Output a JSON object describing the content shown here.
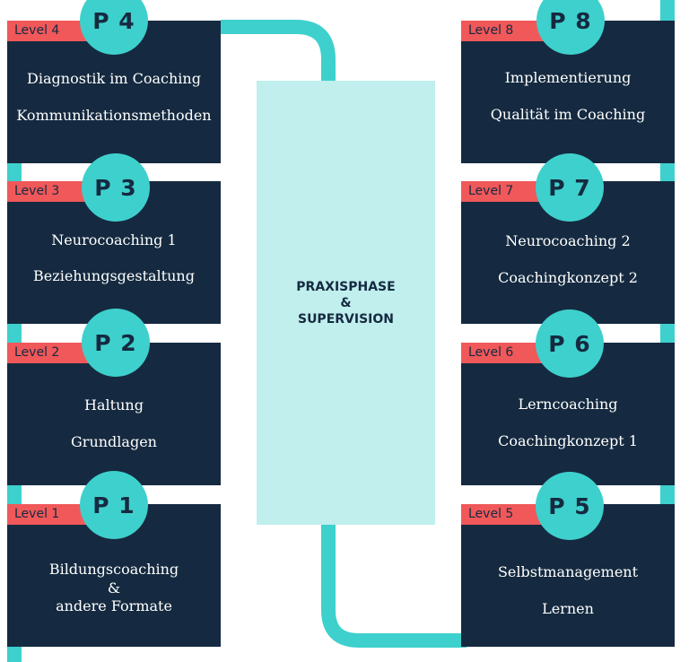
{
  "colors": {
    "navy": "#152a40",
    "teal": "#3ed0cd",
    "coral": "#f0585a",
    "light_teal": "#c0efee"
  },
  "center": {
    "lines": [
      "PRAXISPHASE",
      "&",
      "SUPERVISION"
    ]
  },
  "modules": [
    {
      "level": "Level 1",
      "badge": "P 1",
      "lines": [
        "Bildungscoaching",
        "&",
        "andere Formate"
      ]
    },
    {
      "level": "Level 2",
      "badge": "P 2",
      "lines": [
        "Haltung",
        "Grundlagen"
      ]
    },
    {
      "level": "Level 3",
      "badge": "P 3",
      "lines": [
        "Neurocoaching 1",
        "Beziehungsgestaltung"
      ]
    },
    {
      "level": "Level 4",
      "badge": "P 4",
      "lines": [
        "Diagnostik im Coaching",
        "Kommunikationsmethoden"
      ]
    },
    {
      "level": "Level 5",
      "badge": "P 5",
      "lines": [
        "Selbstmanagement",
        "Lernen"
      ]
    },
    {
      "level": "Level 6",
      "badge": "P 6",
      "lines": [
        "Lerncoaching",
        "Coachingkonzept 1"
      ]
    },
    {
      "level": "Level 7",
      "badge": "P 7",
      "lines": [
        "Neurocoaching 2",
        "Coachingkonzept 2"
      ]
    },
    {
      "level": "Level 8",
      "badge": "P 8",
      "lines": [
        "Implementierung",
        "Qualität im Coaching"
      ]
    }
  ]
}
